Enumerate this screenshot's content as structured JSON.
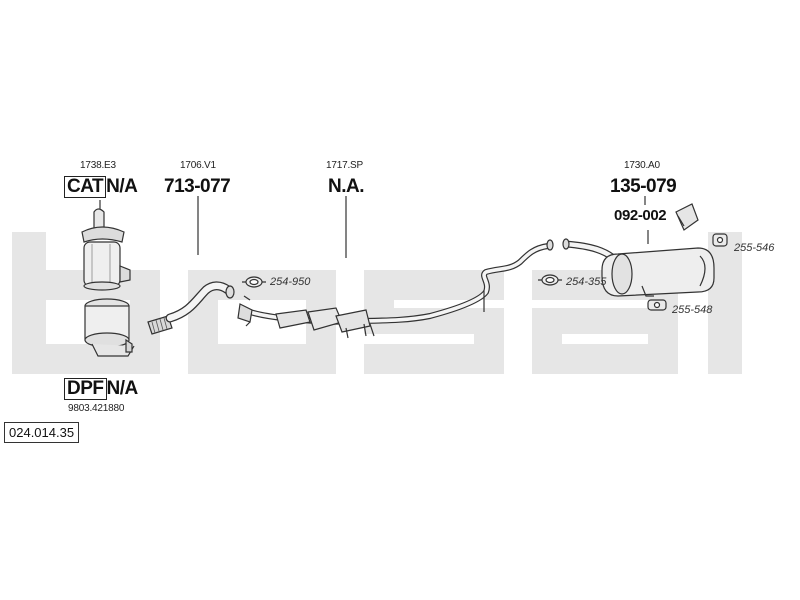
{
  "watermark": {
    "text": "bosal",
    "color": "#e6e6e6"
  },
  "parts": {
    "cat": {
      "ref": "1738.E3",
      "label": "CAT",
      "value": "N/A"
    },
    "dpf": {
      "label": "DPF",
      "value": "N/A",
      "ref": "9803.421880"
    },
    "front_pipe": {
      "ref": "1706.V1",
      "part": "713-077"
    },
    "middle_pipe": {
      "ref": "1717.SP",
      "part": "N.A."
    },
    "rear_silencer": {
      "ref": "1730.A0",
      "part": "135-079"
    },
    "rear_bracket": {
      "part": "092-002"
    }
  },
  "fittings": {
    "gasket_front": "254-950",
    "gasket_rear": "254-355",
    "rubber_mount_1": "255-546",
    "rubber_mount_2": "255-548"
  },
  "diagram_id": "024.014.35",
  "colors": {
    "line": "#333333",
    "part_fill": "#f4f4f4",
    "shade": "#bdbdbd"
  }
}
